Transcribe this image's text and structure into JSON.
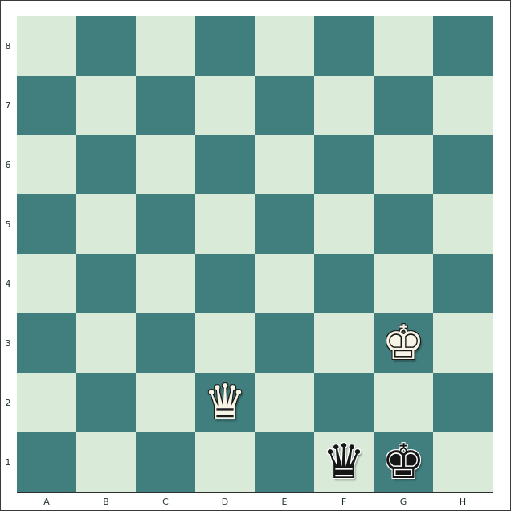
{
  "board": {
    "files": [
      "A",
      "B",
      "C",
      "D",
      "E",
      "F",
      "G",
      "H"
    ],
    "ranks": [
      "8",
      "7",
      "6",
      "5",
      "4",
      "3",
      "2",
      "1"
    ],
    "light_color": "#d9ead9",
    "dark_color": "#417f7f"
  },
  "pieces": [
    {
      "square": "g3",
      "type": "king",
      "color": "white",
      "glyph": "♚"
    },
    {
      "square": "d2",
      "type": "queen",
      "color": "white",
      "glyph": "♛"
    },
    {
      "square": "f1",
      "type": "queen",
      "color": "black",
      "glyph": "♛"
    },
    {
      "square": "g1",
      "type": "king",
      "color": "black",
      "glyph": "♚"
    }
  ]
}
